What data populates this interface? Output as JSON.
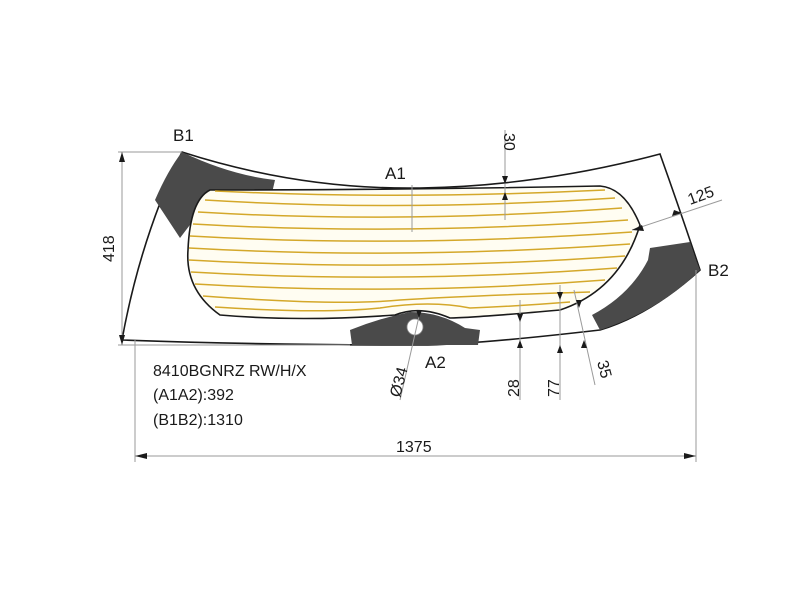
{
  "drawing": {
    "part_code": "8410BGNRZ RW/H/X",
    "a1a2": "(A1A2):392",
    "b1b2": "(B1B2):1310",
    "points": {
      "a1": "A1",
      "a2": "A2",
      "b1": "B1",
      "b2": "B2"
    },
    "dimensions": {
      "overall_width": "1375",
      "overall_height": "418",
      "top_band": "30",
      "side_band": "125",
      "hole_diameter": "Ø34",
      "bottom_28": "28",
      "bottom_77": "77",
      "bottom_35": "35"
    },
    "colors": {
      "frit": "#4a4a4a",
      "heater_lines": "#d4a82a",
      "outline": "#1a1a1a",
      "dim_line": "#9a9a9a",
      "heated_area_fill": "#fffdf2"
    }
  }
}
